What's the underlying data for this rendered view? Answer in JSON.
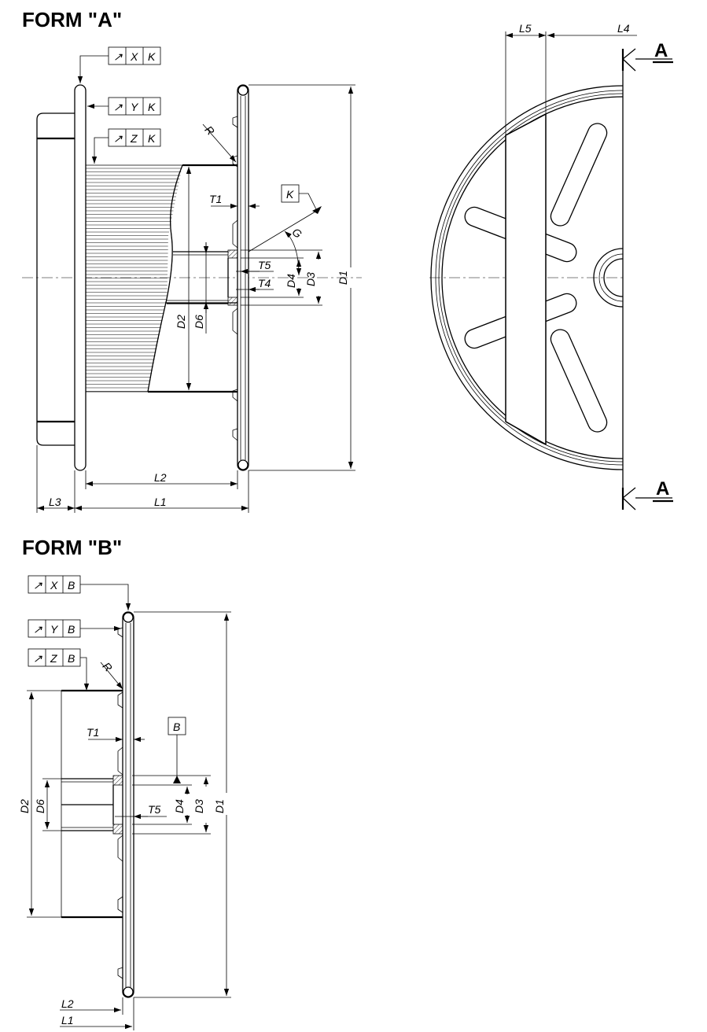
{
  "form_a": {
    "title": "FORM \"A\"",
    "fcf": [
      {
        "symbol": "↗",
        "cells": [
          "X",
          "K"
        ]
      },
      {
        "symbol": "↗",
        "cells": [
          "Y",
          "K"
        ]
      },
      {
        "symbol": "↗",
        "cells": [
          "Z",
          "K"
        ]
      }
    ],
    "datum": "K",
    "dims": {
      "R": "R",
      "T1": "T1",
      "G": "G",
      "T5": "T5",
      "T4": "T4",
      "D4": "D4",
      "D3": "D3",
      "D1": "D1",
      "D2": "D2",
      "D6": "D6",
      "L2": "L2",
      "L3": "L3",
      "L1": "L1"
    }
  },
  "view_a": {
    "dims": {
      "L5": "L5",
      "L4": "L4"
    },
    "section_label": "A"
  },
  "form_b": {
    "title": "FORM \"B\"",
    "fcf": [
      {
        "symbol": "↗",
        "cells": [
          "X",
          "B"
        ]
      },
      {
        "symbol": "↗",
        "cells": [
          "Y",
          "B"
        ]
      },
      {
        "symbol": "↗",
        "cells": [
          "Z",
          "B"
        ]
      }
    ],
    "datum": "B",
    "dims": {
      "R": "R",
      "T1": "T1",
      "T5": "T5",
      "D4": "D4",
      "D3": "D3",
      "D1": "D1",
      "D2": "D2",
      "D6": "D6",
      "L2": "L2",
      "L1": "L1"
    }
  }
}
